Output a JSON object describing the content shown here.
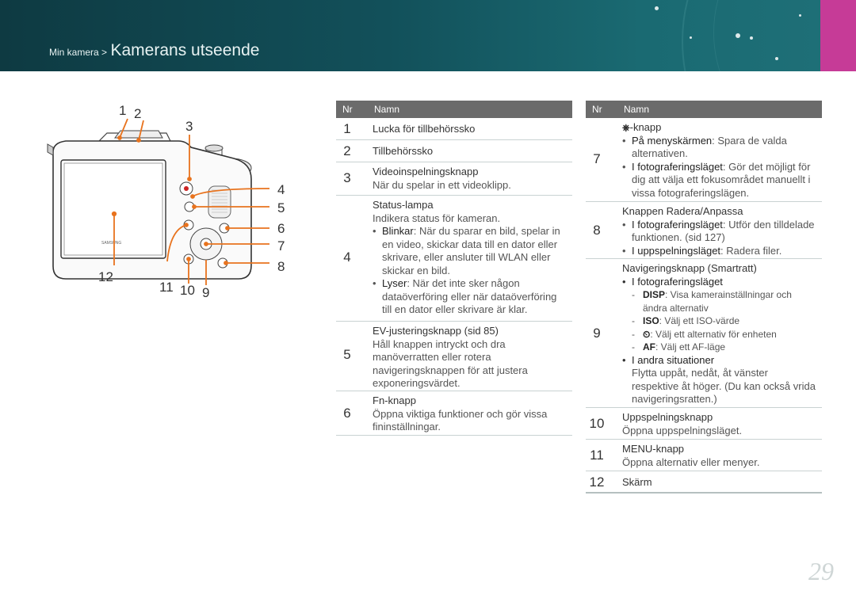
{
  "breadcrumb": {
    "parent": "Min kamera >",
    "title": "Kamerans utseende"
  },
  "page_number": "29",
  "callouts": [
    "1",
    "2",
    "3",
    "4",
    "5",
    "6",
    "7",
    "8",
    "12",
    "11",
    "10",
    "9"
  ],
  "camera": {
    "brand": "SAMSUNG"
  },
  "table_header": {
    "nr": "Nr",
    "name": "Namn"
  },
  "left_rows": [
    {
      "nr": "1",
      "title": "Lucka för tillbehörssko"
    },
    {
      "nr": "2",
      "title": "Tillbehörssko"
    },
    {
      "nr": "3",
      "title": "Videoinspelningsknapp",
      "desc": "När du spelar in ett videoklipp."
    },
    {
      "nr": "4",
      "title": "Status-lampa",
      "desc": "Indikera status för kameran.",
      "b1_lead": "Blinkar",
      "b1_text": ": När du sparar en bild, spelar in en video, skickar data till en dator eller skrivare, eller ansluter till WLAN eller skickar en bild.",
      "b2_lead": "Lyser",
      "b2_text": ": När det inte sker någon dataöverföring eller när dataöverföring till en dator eller skrivare är klar."
    },
    {
      "nr": "5",
      "title": "EV-justeringsknapp (sid 85)",
      "desc": "Håll knappen intryckt och dra manöverratten eller rotera navigeringsknappen för att justera exponeringsvärdet."
    },
    {
      "nr": "6",
      "title": "Fn-knapp",
      "desc": "Öppna viktiga funktioner och gör vissa fininställningar."
    }
  ],
  "right_rows": {
    "r7": {
      "nr": "7",
      "icon": "⎈",
      "title": "-knapp",
      "b1_lead": "På menyskärmen",
      "b1_text": ": Spara de valda alternativen.",
      "b2_lead": "I fotograferingsläget",
      "b2_text": ": Gör det möjligt för dig att välja ett fokusområdet manuellt i vissa fotograferingslägen."
    },
    "r8": {
      "nr": "8",
      "title": "Knappen Radera/Anpassa",
      "b1_lead": "I fotograferingsläget",
      "b1_text": ": Utför den tilldelade funktionen. (sid 127)",
      "b2_lead": "I uppspelningsläget",
      "b2_text": ": Radera filer."
    },
    "r9": {
      "nr": "9",
      "title": "Navigeringsknapp (Smartratt)",
      "b1_lead": "I fotograferingsläget",
      "d1_icon": "DISP",
      "d1_text": ": Visa kamerainställningar och ändra alternativ",
      "d2_icon": "ISO",
      "d2_text": ": Välj ett ISO-värde",
      "d3_icon": "⏲",
      "d3_text": ": Välj ett alternativ för enheten",
      "d4_icon": "AF",
      "d4_text": ": Välj ett AF-läge",
      "b2_lead": "I andra situationer",
      "b2_text": "Flytta uppåt, nedåt, åt vänster respektive åt höger. (Du kan också vrida navigeringsratten.)"
    },
    "r10": {
      "nr": "10",
      "title": "Uppspelningsknapp",
      "desc": "Öppna uppspelningsläget."
    },
    "r11": {
      "nr": "11",
      "title": "MENU-knapp",
      "desc": "Öppna alternativ eller menyer."
    },
    "r12": {
      "nr": "12",
      "title": "Skärm"
    }
  }
}
